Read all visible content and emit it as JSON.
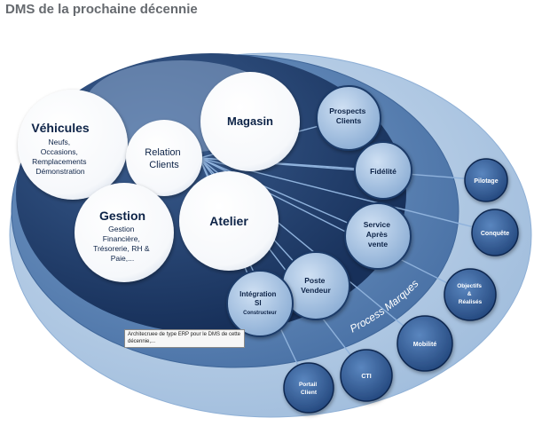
{
  "page": {
    "title": "DMS de la prochaine décennie"
  },
  "core": {
    "vehicules": {
      "title": "Véhicules",
      "lines": [
        "Neufs,",
        "Occasions,",
        "Remplacements",
        "Démonstration"
      ]
    },
    "relation": {
      "lines": [
        "Relation",
        "Clients"
      ]
    },
    "magasin": {
      "title": "Magasin"
    },
    "gestion": {
      "title": "Gestion",
      "lines": [
        "Gestion",
        "Financière,",
        "Trésorerie, RH &",
        "Paie,..."
      ]
    },
    "atelier": {
      "title": "Atelier"
    }
  },
  "inner_modules": {
    "prospects": [
      "Prospects",
      "Clients"
    ],
    "fidelite": [
      "Fidélité"
    ],
    "service": [
      "Service",
      "Après",
      "vente"
    ],
    "poste": [
      "Poste",
      "Vendeur"
    ],
    "integration": [
      "Intégration",
      "SI",
      "Constructeur"
    ]
  },
  "process_marques": {
    "label": "Process Marques"
  },
  "outer_modules": {
    "pilotage": [
      "Pilotage"
    ],
    "conquete": [
      "Conquête"
    ],
    "objectifs": [
      "Objectifs",
      "&",
      "Réalisés"
    ],
    "mobilite": [
      "Mobilité"
    ],
    "cti": [
      "CTI"
    ],
    "portail": [
      "Portail",
      "Client"
    ]
  },
  "tooltip": {
    "text": "Architecruee de type ERP pour le DMS de cette décennie,..."
  },
  "colors": {
    "outer_ring": "#a9c3e0",
    "middle_ring": "#5f87b8",
    "core_dark": "#1f3a63",
    "module_fill": "#b3cae6",
    "module_stroke": "#1c3a68",
    "text_dark": "#0d2347"
  }
}
